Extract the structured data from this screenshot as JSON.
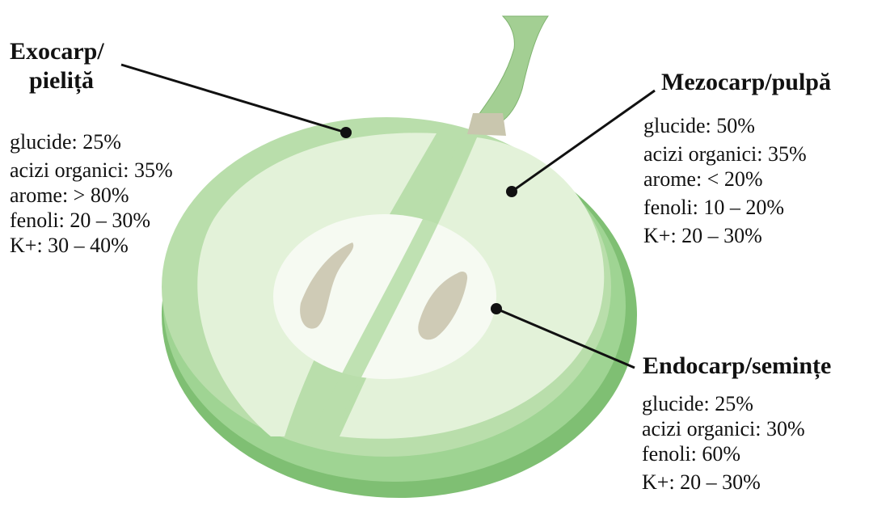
{
  "exocarp": {
    "title_line1": "Exocarp/",
    "title_line2": "pieliță",
    "items": [
      "glucide: 25%",
      "acizi organici: 35%",
      "arome: > 80%",
      "fenoli: 20 – 30%",
      "K+: 30 – 40%"
    ]
  },
  "mezocarp": {
    "title": "Mezocarp/pulpă",
    "items": [
      "glucide: 50%",
      "acizi organici: 35%",
      "arome:  < 20%",
      "fenoli: 10 – 20%",
      "K+: 20 – 30%"
    ]
  },
  "endocarp": {
    "title": "Endocarp/semințe",
    "items": [
      "glucide: 25%",
      "acizi organici: 30%",
      "fenoli: 60%",
      "K+: 20 – 30%"
    ]
  },
  "colors": {
    "skin_dark": "#7fbf73",
    "skin_mid": "#b9deab",
    "pulp": "#e3f2d9",
    "seed_area": "#f6faf2",
    "seed": "#cfcbb6",
    "stem": "#a3cf93",
    "stem_cap": "#c9c6ae"
  }
}
